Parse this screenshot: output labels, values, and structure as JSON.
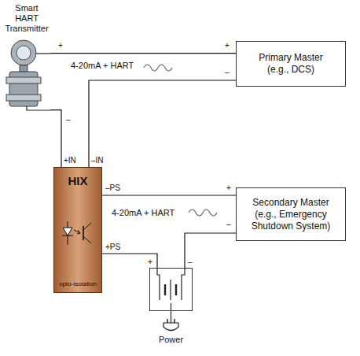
{
  "diagram": {
    "nodes": [
      {
        "text": [
          "Smart HART Transmitter"
        ]
      },
      {
        "text": [
          "Primary Master (e.g., DCS)"
        ]
      },
      {
        "text": [
          "HIX",
          "opto-isolation"
        ]
      },
      {
        "text": [
          "Secondary Master (e.g., Emergency Shutdown System)"
        ]
      },
      {
        "text": [
          "Power"
        ]
      }
    ],
    "edges": [
      {
        "from": 0,
        "to": 1,
        "label": "4-20mA + HART",
        "arrow": "none"
      },
      {
        "from": 1,
        "to": 2,
        "arrow": "none"
      },
      {
        "from": 0,
        "to": 2,
        "arrow": "none"
      },
      {
        "from": 2,
        "to": 3,
        "label": "4-20mA + HART",
        "arrow": "none"
      },
      {
        "from": 2,
        "to": 4,
        "arrow": "none"
      },
      {
        "from": 4,
        "to": 3,
        "arrow": "none"
      }
    ],
    "labels": [
      "+",
      "–",
      "+",
      "–",
      "+IN",
      "–IN",
      "–PS",
      "+",
      "+PS",
      "+",
      "–",
      "–"
    ]
  }
}
